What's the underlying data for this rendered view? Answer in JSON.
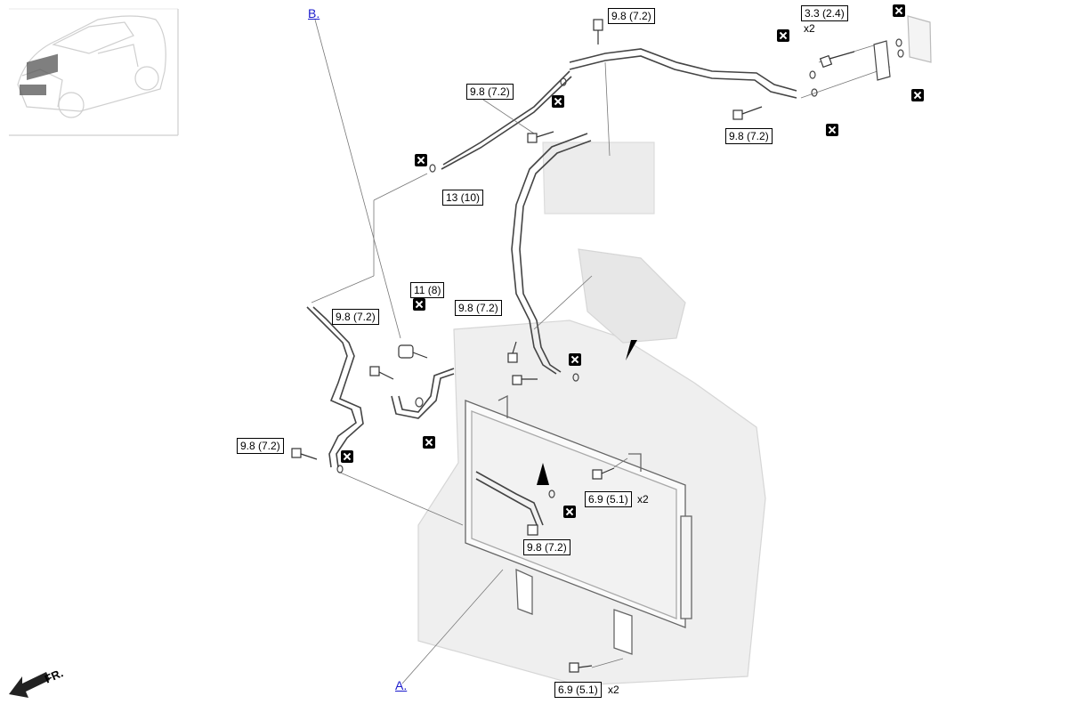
{
  "links": {
    "a": "A.",
    "b": "B."
  },
  "front_label": "FR.",
  "torque_labels": {
    "t_top_center": "9.8 (7.2)",
    "t_top_right": "3.3 (2.4)",
    "t_upper_left_pipe": "9.8 (7.2)",
    "t_right_bracket": "9.8 (7.2)",
    "t_13": "13 (10)",
    "t_11": "11 (8)",
    "t_mid_left": "9.8 (7.2)",
    "t_mid_center": "9.8 (7.2)",
    "t_left": "9.8 (7.2)",
    "t_cond_bolt": "6.9 (5.1)",
    "t_cond_center": "9.8 (7.2)",
    "t_bottom": "6.9 (5.1)"
  },
  "multipliers": {
    "m1": "x2",
    "m2": "x2",
    "m3": "x2"
  },
  "icons": {
    "replace": "replace-part-icon",
    "direction": "arrow-icon"
  }
}
